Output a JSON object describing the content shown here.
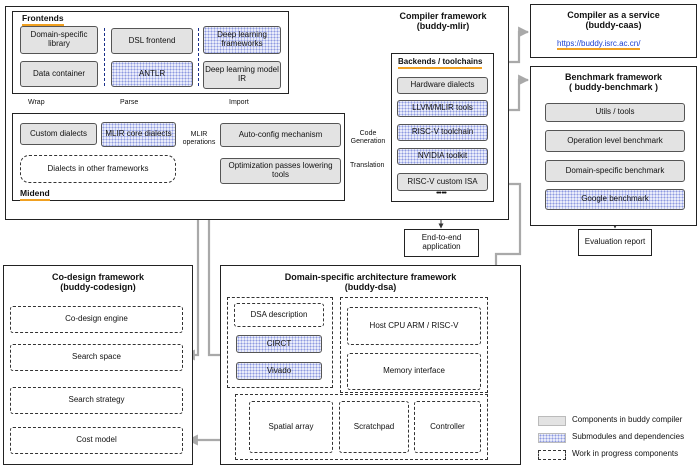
{
  "compiler_framework": {
    "title": "Compiler framework",
    "subtitle": "(buddy-mlir)",
    "frontends": {
      "label": "Frontends",
      "domain_specific_library": "Domain-specific library",
      "data_container": "Data container",
      "dsl_frontend": "DSL frontend",
      "antlr": "ANTLR",
      "dl_frameworks": "Deep learning frameworks",
      "dl_model_ir": "Deep learning model IR"
    },
    "edges": {
      "wrap": "Wrap",
      "parse": "Parse",
      "import": "Import",
      "mlir_operations": "MLIR operations",
      "code_generation": "Code Generation",
      "translation": "Translation"
    },
    "midend": {
      "label": "Midend",
      "custom_dialects": "Custom dialects",
      "mlir_core_dialects": "MLIR core dialects",
      "dialects_other": "Dialects in other frameworks",
      "auto_config": "Auto-config mechanism",
      "optimization_passes": "Optimization passes lowering tools"
    },
    "backends": {
      "label": "Backends / toolchains",
      "items": [
        "Hardware dialects",
        "LLVM/MLIR tools",
        "RISC-V toolchain",
        "NVIDIA toolkit",
        "RISC-V custom ISA"
      ],
      "more": "••• •••"
    },
    "end_to_end": "End-to-end application"
  },
  "compiler_service": {
    "title": "Compiler as a service",
    "subtitle": "(buddy-caas)",
    "url": "https://buddy.isrc.ac.cn/"
  },
  "benchmark_framework": {
    "title": "Benchmark framework",
    "subtitle": "( buddy-benchmark )",
    "items": [
      "Utils / tools",
      "Operation level benchmark",
      "Domain-specific benchmark",
      "Google benchmark"
    ],
    "evaluation_report": "Evaluation report"
  },
  "codesign_framework": {
    "title": "Co-design framework",
    "subtitle": "(buddy-codesign)",
    "items": [
      "Co-design engine",
      "Search space",
      "Search strategy",
      "Cost model"
    ]
  },
  "dsa_framework": {
    "title": "Domain-specific architecture framework",
    "subtitle": "(buddy-dsa)",
    "dsa_description": "DSA description",
    "circt": "CIRCT",
    "vivado": "Vivado",
    "host_cpu": "Host CPU ARM / RISC-V",
    "memory_interface": "Memory interface",
    "spatial_array": "Spatial array",
    "scratchpad": "Scratchpad",
    "controller": "Controller"
  },
  "legend": {
    "items": [
      "Components in buddy compiler",
      "Submodules and dependencies",
      "Work in progress components"
    ]
  },
  "colors": {
    "component_fill": "#e3e3e3",
    "submodule_fill": "#eef0fb",
    "submodule_dots": "#8e9ae0",
    "heading_underline": "#f0a020",
    "url": "#1a3fd0",
    "arrow": "#a9a9a9"
  }
}
